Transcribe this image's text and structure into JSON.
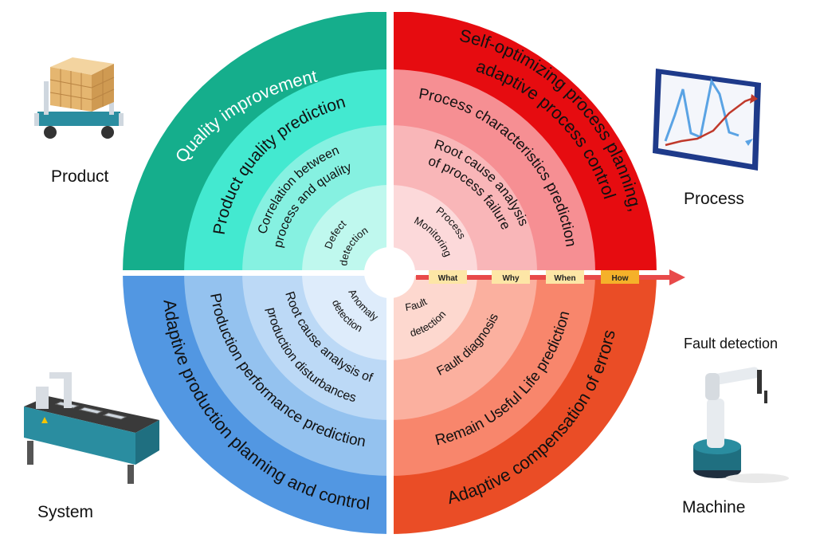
{
  "colors": {
    "quality": [
      "#15ae8c",
      "#43e9d0",
      "#86f1e1",
      "#bff8ee"
    ],
    "process": [
      "#e60c10",
      "#f68f93",
      "#f9b6b8",
      "#fcd9da"
    ],
    "system": [
      "#5297e2",
      "#94c2ef",
      "#bcd9f6",
      "#deecfb"
    ],
    "machine": [
      "#ea4d26",
      "#f8866c",
      "#fbb09f",
      "#fdd8cf"
    ],
    "arrow": "#e84a4a",
    "tag": "#fde6a6",
    "tag_active": "#f5b12a"
  },
  "quadrants": {
    "quality": {
      "rings": [
        "Quality improvement",
        "Product quality prediction",
        "Correlation between\nprocess and quality",
        "Defect\ndetection"
      ]
    },
    "process": {
      "rings": [
        "Self-optimizing process planning,\nadaptive process control",
        "Process characteristics prediction",
        "Root cause analysis\nof process failure",
        "Process\nMonitoring"
      ]
    },
    "system": {
      "rings": [
        "Adaptive production planning and control",
        "Production performance prediction",
        "Root cause analysis of\nproduction disturbances",
        "Anomaly\ndetection"
      ]
    },
    "machine": {
      "rings": [
        "Adaptive compensation of errors",
        "Remain Useful Life prediction",
        "Fault diagnosis",
        "Fault\ndetection"
      ]
    }
  },
  "arrow_tags": [
    "What",
    "Why",
    "When",
    "How"
  ],
  "corner_labels": {
    "product": "Product",
    "process": "Process",
    "system": "System",
    "fault_detection": "Fault detection",
    "machine": "Machine"
  },
  "icons": {
    "product": "boxes-on-cart-icon",
    "process": "line-chart-board-icon",
    "system": "conveyor-belt-icon",
    "machine": "robot-arm-icon"
  }
}
